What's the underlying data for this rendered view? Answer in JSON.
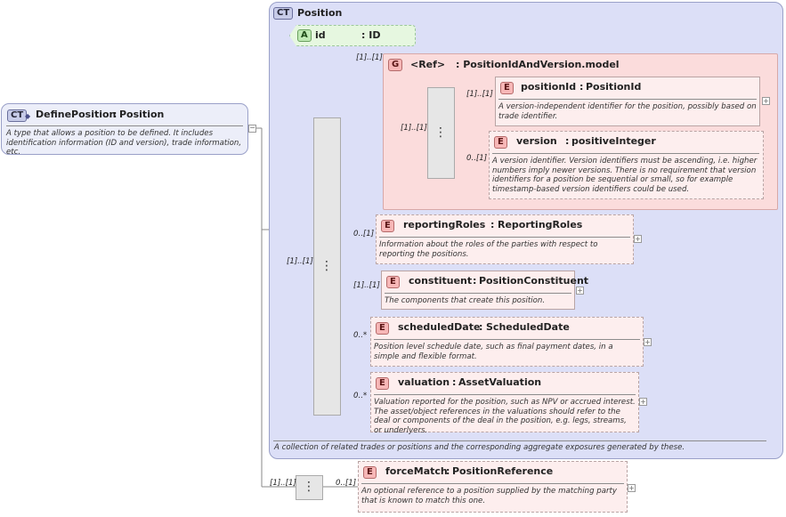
{
  "define_position": {
    "badge": "CT",
    "name": "DefinePosition",
    "sep": ":",
    "type": "Position",
    "description": "A type that allows a position to be defined. It includes identification information (ID and version), trade information, etc."
  },
  "position_type": {
    "badge": "CT",
    "name": "Position",
    "description": "A collection of related trades or positions and the corresponding aggregate exposures generated by these."
  },
  "attribute_id": {
    "badge": "A",
    "name": "id",
    "type": ": ID"
  },
  "group_ref": {
    "badge": "G",
    "name": "<Ref>",
    "type": ": PositionIdAndVersion.model",
    "cardinality": "[1]..[1]",
    "seq_cardinality": "[1]..[1]"
  },
  "outer_seq_cardinality": "[1]..[1]",
  "elements": {
    "position_id": {
      "badge": "E",
      "name": "positionId",
      "sep": ":",
      "type": "PositionId",
      "cardinality": "[1]..[1]",
      "description": "A version-independent identifier for the position, possibly based on trade identifier."
    },
    "version": {
      "badge": "E",
      "name": "version",
      "sep": ":",
      "type": "positiveInteger",
      "cardinality": "0..[1]",
      "description": "A version identifier. Version identifiers must be ascending, i.e. higher numbers imply newer versions. There is no requirement that version identifiers for a position be sequential or small, so for example timestamp-based version identifiers could be used."
    },
    "reporting_roles": {
      "badge": "E",
      "name": "reportingRoles",
      "sep": ":",
      "type": "ReportingRoles",
      "cardinality": "0..[1]",
      "description": "Information about the roles of the parties with respect to reporting the positions."
    },
    "constituent": {
      "badge": "E",
      "name": "constituent",
      "sep": ":",
      "type": "PositionConstituent",
      "cardinality": "[1]..[1]",
      "description": "The components that create this position."
    },
    "scheduled_date": {
      "badge": "E",
      "name": "scheduledDate",
      "sep": ":",
      "type": "ScheduledDate",
      "cardinality": "0..*",
      "description": "Position level schedule date, such as final payment dates, in a simple and flexible format."
    },
    "valuation": {
      "badge": "E",
      "name": "valuation",
      "sep": ":",
      "type": "AssetValuation",
      "cardinality": "0..*",
      "description": "Valuation reported for the position, such as NPV or accrued interest. The asset/object references in the valuations should refer to the deal or components of the deal in the position, e.g. legs, streams, or underlyers."
    },
    "force_match": {
      "badge": "E",
      "name": "forceMatch",
      "sep": ":",
      "type": "PositionReference",
      "cardinality": "0..[1]",
      "description": "An optional reference to a position supplied by the matching party that is known to match this one."
    }
  },
  "force_seq_cardinality": "[1]..[1]",
  "colors": {
    "type_box": "#dcdff7",
    "element_card": "#fdeeee",
    "group_box": "#fbdcdc",
    "attribute": "#e6f7e0"
  },
  "icons": {
    "sequence": "sequence-compositor-icon",
    "expand": "expand-plus-icon",
    "collapse": "collapse-minus-icon"
  }
}
